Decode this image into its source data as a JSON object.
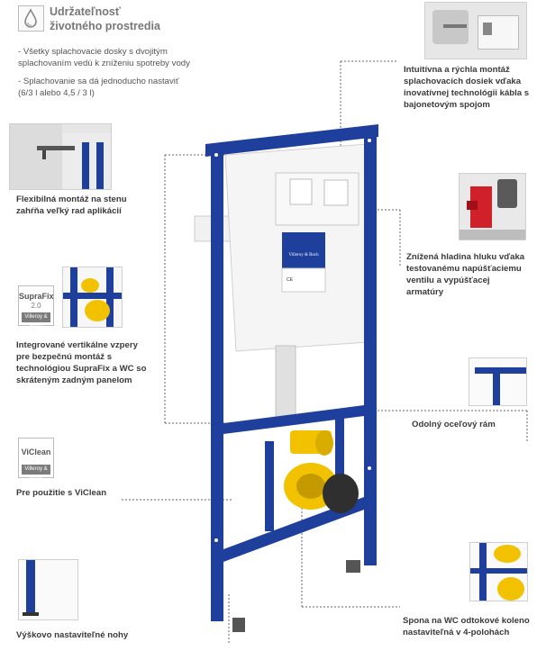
{
  "header": {
    "icon": "water-drop-icon",
    "title_line1": "Udržateľnosť",
    "title_line2": "životného prostredia",
    "bullet1_line1": "- Všetky splachovacie dosky s dvojitým",
    "bullet1_line2": "splachovaním vedú k zníženiu spotreby vody",
    "bullet2_line1": "- Splachovanie sa dá jednoducho nastaviť",
    "bullet2_line2": "(6/3 l alebo 4,5 / 3 l)"
  },
  "features": {
    "flex_line1": "Flexibilná montáž na stenu",
    "flex_line2": "zahŕňa veľký rad aplikácií",
    "supra_line1": "Integrované vertikálne vzpery",
    "supra_line2": "pre bezpečnú montáž s",
    "supra_line3": "technológiou SupraFix a WC so",
    "supra_line4": "skráteným zadným panelom",
    "viclean": "Pre použitie s ViClean",
    "height": "Výškovo nastaviteľné nohy",
    "cable_line1": "Intuitívna a rýchla montáž",
    "cable_line2": "splachovacích dosiek vďaka",
    "cable_line3": "inovatívnej technológii kábla s",
    "cable_line4": "bajonetovým spojom",
    "noise_line1": "Znížená hladina hluku vďaka",
    "noise_line2": "testovanému napúšťaciemu",
    "noise_line3": "ventilu a vypúšťacej",
    "noise_line4": "armatúry",
    "frame": "Odolný oceľový rám",
    "elbow_line1": "Spona na WC odtokové koleno",
    "elbow_line2": "nastaviteľná v 4-polohách"
  },
  "badges": {
    "suprafix_name": "SupraFix",
    "suprafix_version": "2.0",
    "viclean_name": "ViClean",
    "brand": "Villeroy & Boch"
  },
  "tank_label": {
    "brand": "Villeroy & Boch",
    "ce": "CE"
  },
  "colors": {
    "frame_blue": "#1f3f9c",
    "pipe_yellow": "#f2c200",
    "cistern_white": "#f4f4f4",
    "valve_red": "#d0202a"
  }
}
